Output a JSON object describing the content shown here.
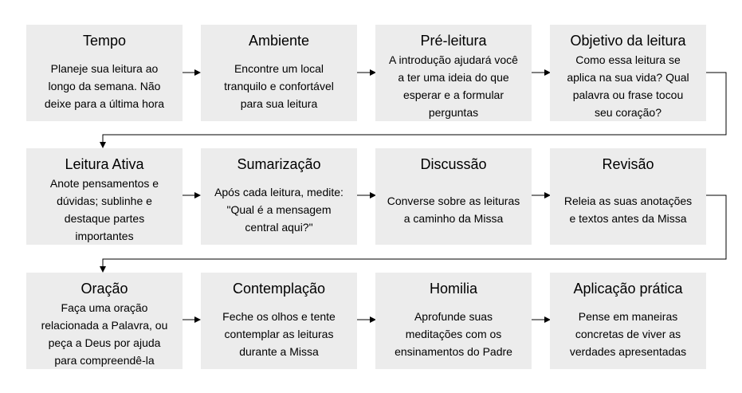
{
  "rows": [
    [
      {
        "title": "Tempo",
        "desc": "Planeje sua leitura ao\nlongo da semana. Não\ndeixe para a última hora"
      },
      {
        "title": "Ambiente",
        "desc": "Encontre um local\ntranquilo e confortável\npara sua leitura"
      },
      {
        "title": "Pré-leitura",
        "desc": "A introdução ajudará você\na ter uma ideia do que\nesperar e a formular\nperguntas"
      },
      {
        "title": "Objetivo da leitura",
        "desc": "Como essa leitura se\naplica na sua vida? Qual\npalavra ou frase tocou\nseu coração?"
      }
    ],
    [
      {
        "title": "Leitura Ativa",
        "desc": "Anote pensamentos e\ndúvidas; sublinhe e\ndestaque partes\nimportantes"
      },
      {
        "title": "Sumarização",
        "desc": "Após cada leitura, medite:\n\"Qual é a mensagem\ncentral aqui?\""
      },
      {
        "title": "Discussão",
        "desc": "Converse sobre as leituras\na caminho da Missa"
      },
      {
        "title": "Revisão",
        "desc": "Releia as suas anotações\ne textos antes da Missa"
      }
    ],
    [
      {
        "title": "Oração",
        "desc": "Faça uma oração\nrelacionada a Palavra, ou\npeça a Deus por ajuda\npara compreendê-la"
      },
      {
        "title": "Contemplação",
        "desc": "Feche os olhos e tente\ncontemplar as leituras\ndurante a Missa"
      },
      {
        "title": "Homilia",
        "desc": "Aprofunde suas\nmeditações com os\nensinamentos do Padre"
      },
      {
        "title": "Aplicação prática",
        "desc": "Pense em maneiras\nconcretas de viver as\nverdades apresentadas"
      }
    ]
  ]
}
